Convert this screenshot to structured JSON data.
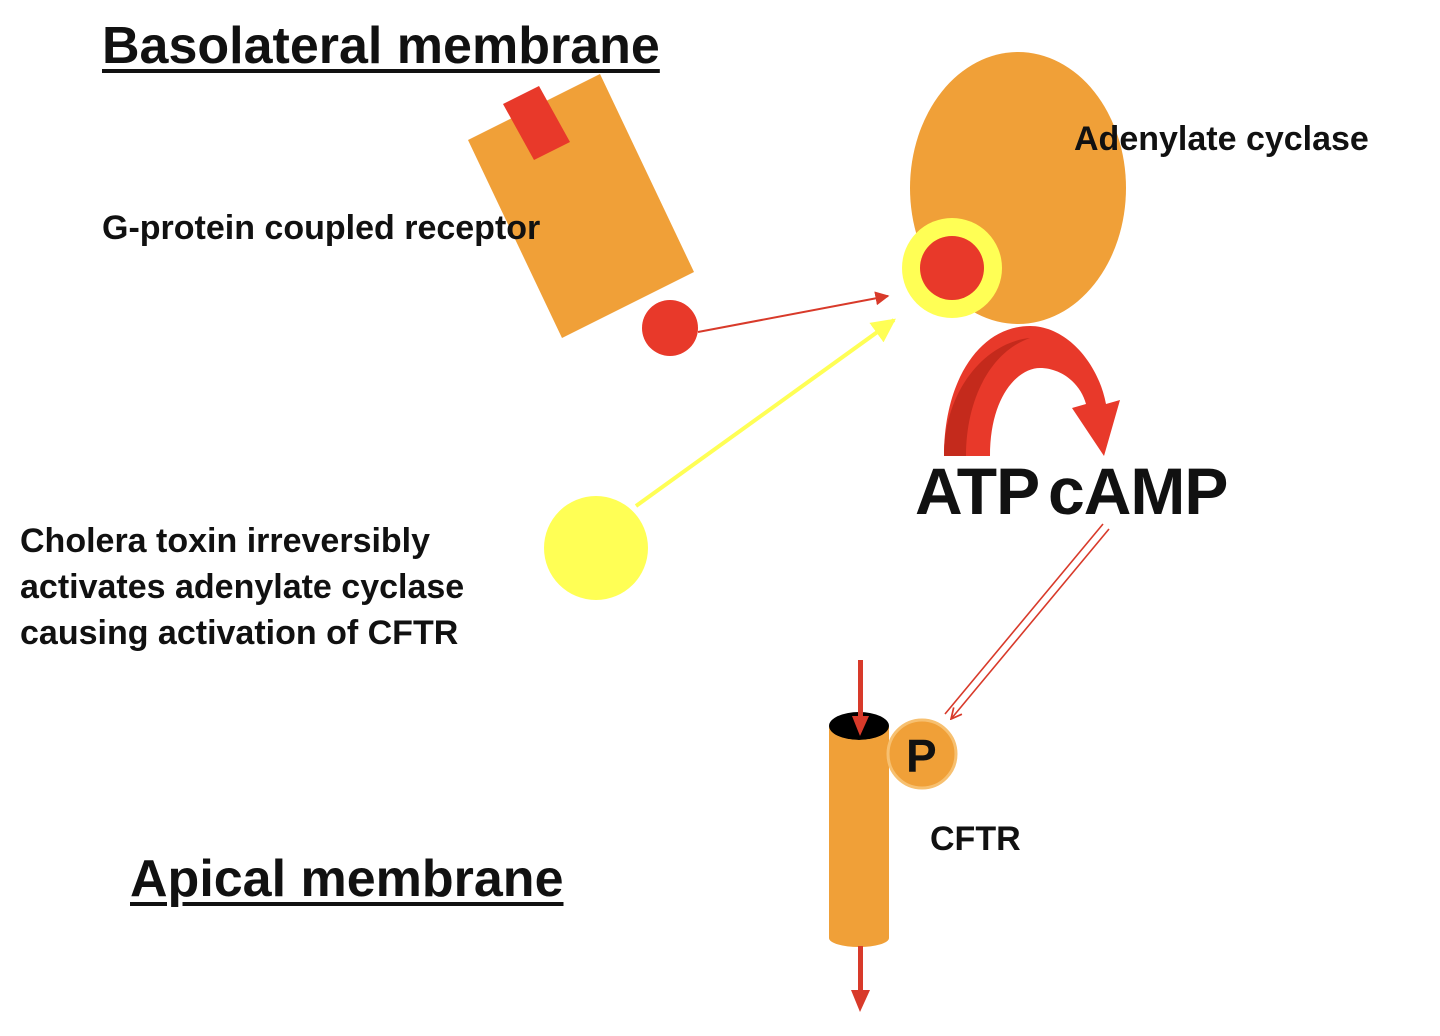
{
  "labels": {
    "basolateral": "Basolateral membrane",
    "apical": "Apical membrane",
    "gpcr": "G-protein coupled receptor",
    "adenylate_cyclase": "Adenylate cyclase",
    "atp": "ATP",
    "camp": "cAMP",
    "cftr": "CFTR",
    "phosphate": "P",
    "cholera_lines": [
      "Cholera toxin irreversibly",
      "activates adenylate cyclase",
      "causing activation of CFTR"
    ]
  },
  "colors": {
    "protein_orange": "#f0a038",
    "active_red": "#e8392a",
    "toxin_yellow": "#ffff55",
    "dark_red": "#c42a1c",
    "text": "#111111",
    "channel_pore": "#000000"
  }
}
